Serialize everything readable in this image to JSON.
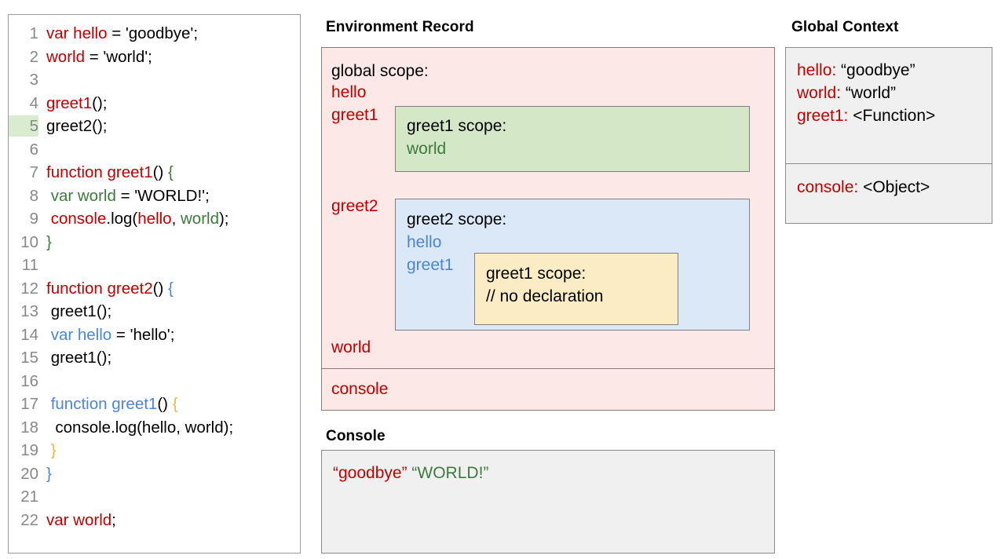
{
  "code_panel": {
    "lines": [
      {
        "num": "1",
        "tokens": [
          {
            "t": "var hello",
            "c": "red"
          },
          {
            "t": " = 'goodbye';",
            "c": "black"
          }
        ]
      },
      {
        "num": "2",
        "tokens": [
          {
            "t": "world",
            "c": "red"
          },
          {
            "t": " = 'world';",
            "c": "black"
          }
        ]
      },
      {
        "num": "3",
        "tokens": []
      },
      {
        "num": "4",
        "tokens": [
          {
            "t": "greet1",
            "c": "red"
          },
          {
            "t": "();",
            "c": "black"
          }
        ]
      },
      {
        "num": "5",
        "highlight": true,
        "tokens": [
          {
            "t": "greet2();",
            "c": "black"
          }
        ]
      },
      {
        "num": "6",
        "tokens": []
      },
      {
        "num": "7",
        "tokens": [
          {
            "t": "function greet1",
            "c": "red"
          },
          {
            "t": "() ",
            "c": "black"
          },
          {
            "t": "{",
            "c": "green"
          }
        ]
      },
      {
        "num": "8",
        "tokens": [
          {
            "t": " ",
            "c": "black"
          },
          {
            "t": "var world",
            "c": "green"
          },
          {
            "t": " = 'WORLD!';",
            "c": "black"
          }
        ]
      },
      {
        "num": "9",
        "tokens": [
          {
            "t": " ",
            "c": "black"
          },
          {
            "t": "console",
            "c": "red"
          },
          {
            "t": ".log(",
            "c": "black"
          },
          {
            "t": "hello",
            "c": "red"
          },
          {
            "t": ", ",
            "c": "black"
          },
          {
            "t": "world",
            "c": "green"
          },
          {
            "t": ");",
            "c": "black"
          }
        ]
      },
      {
        "num": "10",
        "tokens": [
          {
            "t": "}",
            "c": "green"
          }
        ]
      },
      {
        "num": "11",
        "tokens": []
      },
      {
        "num": "12",
        "tokens": [
          {
            "t": "function greet2",
            "c": "red"
          },
          {
            "t": "() ",
            "c": "black"
          },
          {
            "t": "{",
            "c": "blue"
          }
        ]
      },
      {
        "num": "13",
        "tokens": [
          {
            "t": " greet1();",
            "c": "black"
          }
        ]
      },
      {
        "num": "14",
        "tokens": [
          {
            "t": " ",
            "c": "black"
          },
          {
            "t": "var hello",
            "c": "blue"
          },
          {
            "t": " = 'hello';",
            "c": "black"
          }
        ]
      },
      {
        "num": "15",
        "tokens": [
          {
            "t": " greet1();",
            "c": "black"
          }
        ]
      },
      {
        "num": "16",
        "tokens": []
      },
      {
        "num": "17",
        "tokens": [
          {
            "t": " ",
            "c": "black"
          },
          {
            "t": "function greet1",
            "c": "blue"
          },
          {
            "t": "() ",
            "c": "black"
          },
          {
            "t": "{",
            "c": "tan"
          }
        ]
      },
      {
        "num": "18",
        "tokens": [
          {
            "t": "  console.log(hello, world);",
            "c": "black"
          }
        ]
      },
      {
        "num": "19",
        "tokens": [
          {
            "t": " ",
            "c": "black"
          },
          {
            "t": "}",
            "c": "tan"
          }
        ]
      },
      {
        "num": "20",
        "tokens": [
          {
            "t": "}",
            "c": "blue"
          }
        ]
      },
      {
        "num": "21",
        "tokens": []
      },
      {
        "num": "22",
        "tokens": [
          {
            "t": "var world",
            "c": "red"
          },
          {
            "t": ";",
            "c": "black"
          }
        ]
      }
    ]
  },
  "environment_record": {
    "title": "Environment Record",
    "global_scope_label": "global scope:",
    "bindings": {
      "hello": "hello",
      "greet1": "greet1",
      "greet2": "greet2",
      "world": "world"
    },
    "console_binding": "console",
    "greet1_scope": {
      "title": "greet1 scope:",
      "vars": "world"
    },
    "greet2_scope": {
      "title": "greet2 scope:",
      "var_hello": "hello",
      "var_greet1": "greet1",
      "inner_greet1_scope": {
        "title": "greet1 scope:",
        "note": "// no declaration"
      }
    }
  },
  "console_panel": {
    "title": "Console",
    "output_first": "“goodbye”",
    "output_second": "“WORLD!”"
  },
  "global_context": {
    "title": "Global Context",
    "variables": [
      {
        "key": "hello:",
        "value": "“goodbye”"
      },
      {
        "key": "world:",
        "value": "“world”"
      },
      {
        "key": "greet1:",
        "value": "<Function>"
      }
    ],
    "objects": [
      {
        "key": "console:",
        "value": "<Object>"
      }
    ]
  },
  "colors": {
    "red": "#c00000",
    "green": "#3d7a3d",
    "blue": "#4a86d8",
    "tan": "#e8b84b",
    "pink_box": "#fce8e6",
    "green_box": "#d4e8c8",
    "blue_box": "#dbe8f8",
    "yellow_box": "#fcecc4",
    "gray_box": "#f0f0f0",
    "line_highlight": "#d9ecd0"
  }
}
